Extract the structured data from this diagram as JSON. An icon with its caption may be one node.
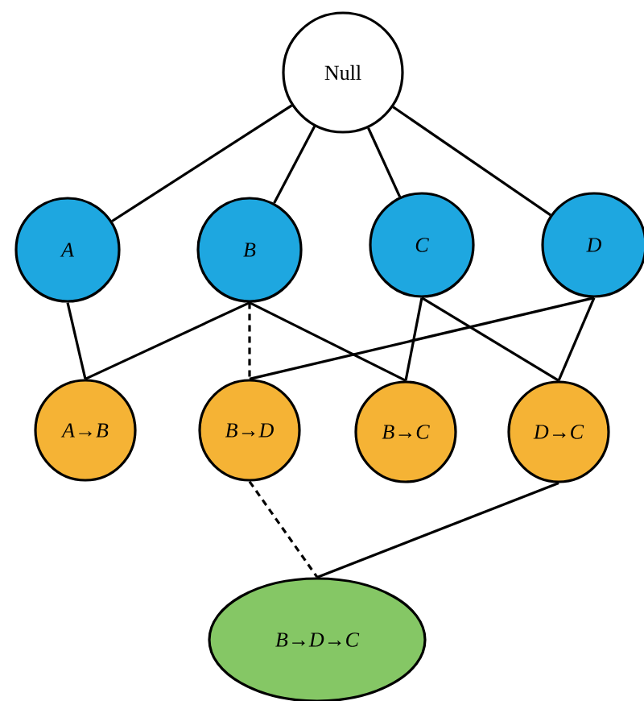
{
  "diagram": {
    "nodes": [
      {
        "text": [
          "Null"
        ]
      },
      {
        "text": [
          "A"
        ]
      },
      {
        "text": [
          "B"
        ]
      },
      {
        "text": [
          "C"
        ]
      },
      {
        "text": [
          "D"
        ]
      },
      {
        "text": [
          "A→B"
        ]
      },
      {
        "text": [
          "B→D"
        ]
      },
      {
        "text": [
          "B→C"
        ]
      },
      {
        "text": [
          "D→C"
        ]
      },
      {
        "text": [
          "B→D→C"
        ]
      }
    ],
    "edges": [
      {
        "from": 0,
        "to": 1,
        "arrow": "none"
      },
      {
        "from": 0,
        "to": 2,
        "arrow": "none"
      },
      {
        "from": 0,
        "to": 3,
        "arrow": "none"
      },
      {
        "from": 0,
        "to": 4,
        "arrow": "none"
      },
      {
        "from": 1,
        "to": 5,
        "arrow": "none"
      },
      {
        "from": 2,
        "to": 5,
        "arrow": "none"
      },
      {
        "from": 2,
        "to": 6,
        "arrow": "none",
        "style": "dashed"
      },
      {
        "from": 2,
        "to": 7,
        "arrow": "none"
      },
      {
        "from": 3,
        "to": 7,
        "arrow": "none"
      },
      {
        "from": 3,
        "to": 8,
        "arrow": "none"
      },
      {
        "from": 4,
        "to": 6,
        "arrow": "none"
      },
      {
        "from": 4,
        "to": 8,
        "arrow": "none"
      },
      {
        "from": 6,
        "to": 9,
        "arrow": "none",
        "style": "dashed"
      },
      {
        "from": 8,
        "to": 9,
        "arrow": "none"
      }
    ]
  }
}
